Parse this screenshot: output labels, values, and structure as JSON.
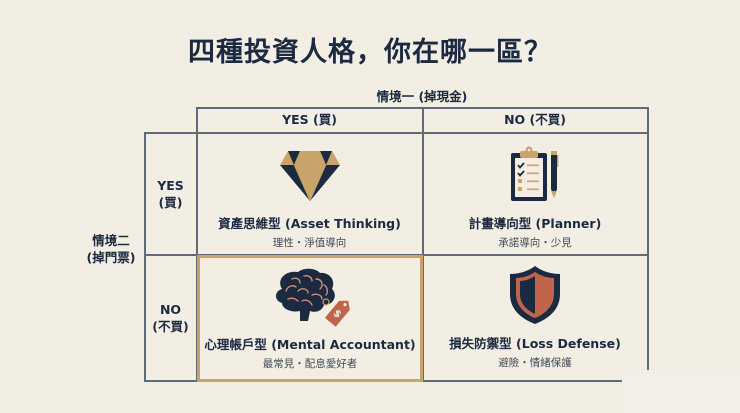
{
  "title": "四種投資人格，你在哪一區？",
  "axes": {
    "column_axis_label": "情境一 (掉現金)",
    "row_axis_label_line1": "情境二",
    "row_axis_label_line2": "(掉門票)"
  },
  "columns": [
    {
      "label": "YES (買)"
    },
    {
      "label": "NO (不買)"
    }
  ],
  "rows": [
    {
      "label_line1": "YES",
      "label_line2": "(買)"
    },
    {
      "label_line1": "NO",
      "label_line2": "(不買)"
    }
  ],
  "quadrants": [
    {
      "icon": "diamond-icon",
      "name": "資產思維型 (Asset Thinking)",
      "sub": "理性・淨值導向",
      "highlighted": false
    },
    {
      "icon": "clipboard-icon",
      "name": "計畫導向型 (Planner)",
      "sub": "承諾導向・少見",
      "highlighted": false
    },
    {
      "icon": "brain-price-tag-icon",
      "name": "心理帳戶型 (Mental Accountant)",
      "sub": "最常見・配息愛好者",
      "highlighted": true
    },
    {
      "icon": "shield-icon",
      "name": "損失防禦型 (Loss Defense)",
      "sub": "避險・情緒保護",
      "highlighted": false
    }
  ],
  "colors": {
    "background": "#f2eee3",
    "navy": "#1b2a41",
    "gold": "#c9a46a",
    "copper": "#c0654a",
    "grid_line": "#5f6b78"
  }
}
